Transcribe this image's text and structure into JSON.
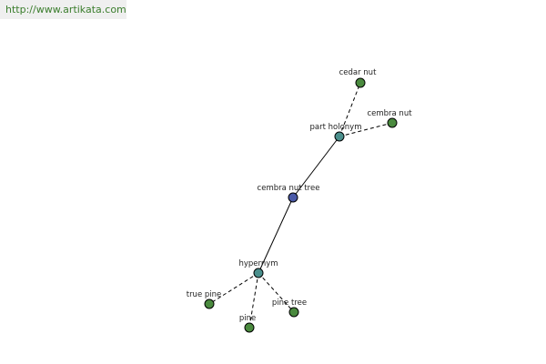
{
  "banner": {
    "url_text": "http://www.artikata.com",
    "text_color": "#3a7d2c",
    "background_color": "#efefef"
  },
  "graph": {
    "node_colors": {
      "center": "#4a5aa8",
      "relation": "#4a8f8c",
      "leaf": "#4a8a3e"
    },
    "nodes": {
      "center": {
        "label": "cembra nut tree"
      },
      "part_holonym": {
        "label": "part holonym"
      },
      "hypernym": {
        "label": "hypernym"
      },
      "cedar_nut": {
        "label": "cedar nut"
      },
      "cembra_nut": {
        "label": "cembra nut"
      },
      "true_pine": {
        "label": "true pine"
      },
      "pine": {
        "label": "pine"
      },
      "pine_tree": {
        "label": "pine tree"
      }
    }
  }
}
